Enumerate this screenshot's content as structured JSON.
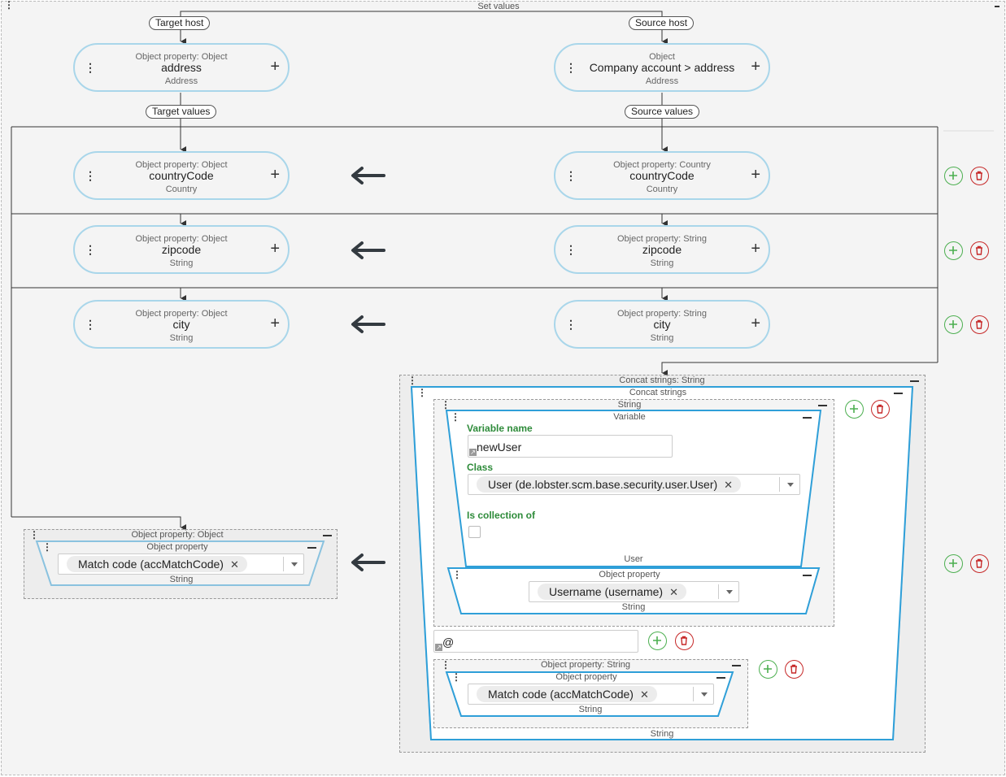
{
  "labels": {
    "set_values": "Set values",
    "target_host": "Target host",
    "source_host": "Source host",
    "target_values": "Target values",
    "source_values": "Source values"
  },
  "target_host_node": {
    "type": "Object property: Object",
    "name": "address",
    "datatype": "Address"
  },
  "source_host_node": {
    "type": "Object",
    "name": "Company account > address",
    "datatype": "Address"
  },
  "target_rows": [
    {
      "type": "Object property: Object",
      "name": "countryCode",
      "datatype": "Country"
    },
    {
      "type": "Object property: Object",
      "name": "zipcode",
      "datatype": "String"
    },
    {
      "type": "Object property: Object",
      "name": "city",
      "datatype": "String"
    }
  ],
  "source_rows": [
    {
      "type": "Object property: Country",
      "name": "countryCode",
      "datatype": "Country"
    },
    {
      "type": "Object property: String",
      "name": "zipcode",
      "datatype": "String"
    },
    {
      "type": "Object property: String",
      "name": "city",
      "datatype": "String"
    }
  ],
  "target_match": {
    "header": "Object property: Object",
    "inner_header": "Object property",
    "value": "Match code (accMatchCode)",
    "footer": "String"
  },
  "concat": {
    "header": "Concat strings: String",
    "inner_header": "Concat strings",
    "footer": "String",
    "string_box": {
      "header": "String",
      "variable": {
        "header": "Variable",
        "variable_name_label": "Variable name",
        "variable_name_value": "newUser",
        "class_label": "Class",
        "class_value": "User (de.lobster.scm.base.security.user.User)",
        "collection_label": "Is collection of",
        "footer": "User"
      },
      "object_property": {
        "header": "Object property",
        "value": "Username (username)",
        "footer": "String"
      }
    },
    "literal": "@",
    "match": {
      "header": "Object property: String",
      "inner_header": "Object property",
      "value": "Match code (accMatchCode)",
      "footer": "String"
    }
  },
  "icons": {
    "drag": "vertical-dots-icon",
    "add": "plus-icon",
    "add_circle": "add-circle-icon",
    "delete": "trash-icon",
    "collapse": "minus-icon",
    "assign": "arrow-left-icon",
    "clear": "close-icon",
    "dropdown": "caret-down-icon"
  },
  "colors": {
    "node_border": "#a9d6ea",
    "frame_border": "#2f9fd8",
    "label_green": "#2e8b3a",
    "add_green": "#4caf50",
    "delete_red": "#c62828",
    "background": "#f4f4f4"
  }
}
